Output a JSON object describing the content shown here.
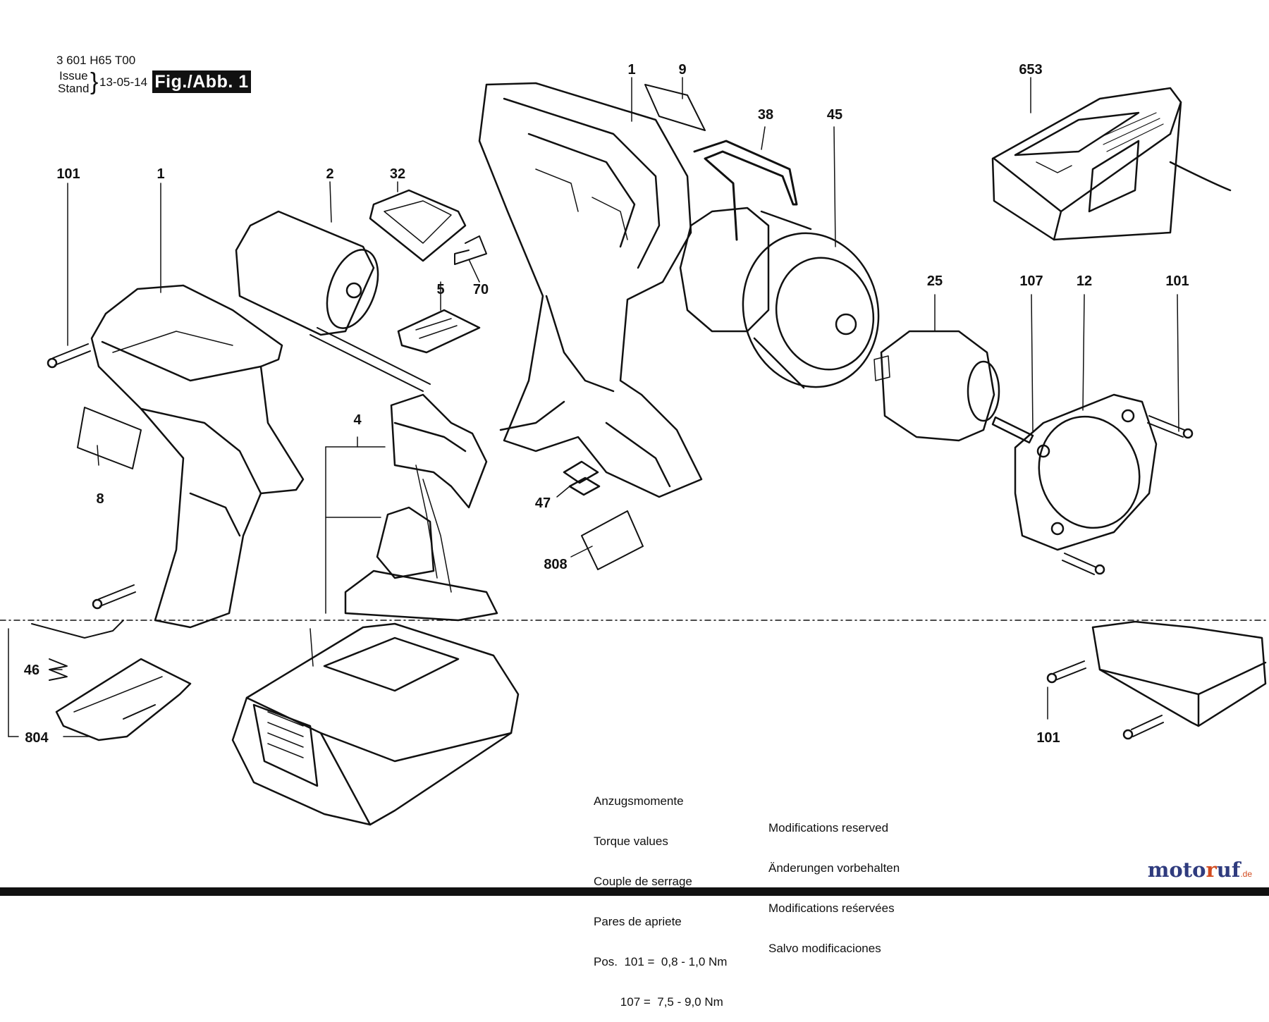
{
  "header": {
    "part_number": "3 601 H65 T00",
    "issue_label": "Issue",
    "stand_label": "Stand",
    "issue_date": "13-05-14",
    "figure_label": "Fig./Abb. 1"
  },
  "callouts": {
    "c1_housing": "1",
    "c9": "9",
    "c38": "38",
    "c45": "45",
    "c653": "653",
    "c101_left": "101",
    "c1_left": "1",
    "c2": "2",
    "c32": "32",
    "c70": "70",
    "c5": "5",
    "c25": "25",
    "c107": "107",
    "c12": "12",
    "c101_right": "101",
    "c4": "4",
    "c8": "8",
    "c47": "47",
    "c808": "808",
    "c46": "46",
    "c804": "804",
    "c101_bottom": "101"
  },
  "torque_notes": {
    "line1": "Anzugsmomente",
    "line2": "Torque values",
    "line3": "Couple de serrage",
    "line4": "Pares de apriete",
    "line5": "Pos.  101 =  0,8 - 1,0 Nm",
    "line6": "        107 =  7,5 - 9,0 Nm"
  },
  "modification_notes": {
    "line1": "Modifications reserved",
    "line2": "Änderungen vorbehalten",
    "line3": "Modifications reśervées",
    "line4": "Salvo modificaciones"
  },
  "watermark": {
    "part1": "moto",
    "part2": "r",
    "part3": "uf",
    "tld": ".de"
  }
}
